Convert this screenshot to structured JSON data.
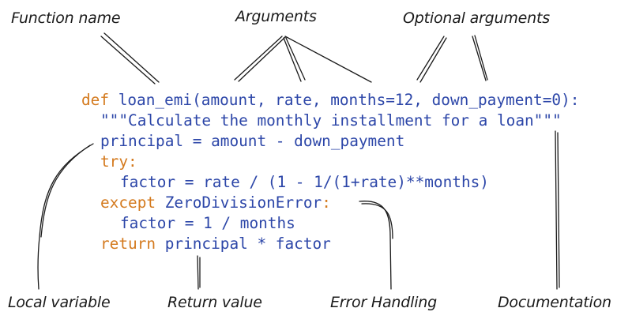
{
  "labels": {
    "function_name": "Function name",
    "arguments": "Arguments",
    "optional_arguments": "Optional arguments",
    "local_variable": "Local variable",
    "return_value": "Return value",
    "error_handling": "Error Handling",
    "documentation": "Documentation"
  },
  "code": {
    "l1_def": "def",
    "l1_rest": " loan_emi(amount, rate, months=12, down_payment=0):",
    "l2": "\"\"\"Calculate the monthly installment for a loan\"\"\"",
    "l3": "principal = amount - down_payment",
    "l4_try": "try",
    "l4_colon": ":",
    "l5": "factor = rate / (1 - 1/(1+rate)**months)",
    "l6_except": "except",
    "l6_err": " ZeroDivisionError",
    "l6_colon": ":",
    "l7": "factor = 1 / months",
    "l8_return": "return",
    "l8_rest": " principal * factor"
  },
  "colors": {
    "keyword": "#d47a1e",
    "code_text": "#2c46a8",
    "ink": "#1a1a1a"
  }
}
